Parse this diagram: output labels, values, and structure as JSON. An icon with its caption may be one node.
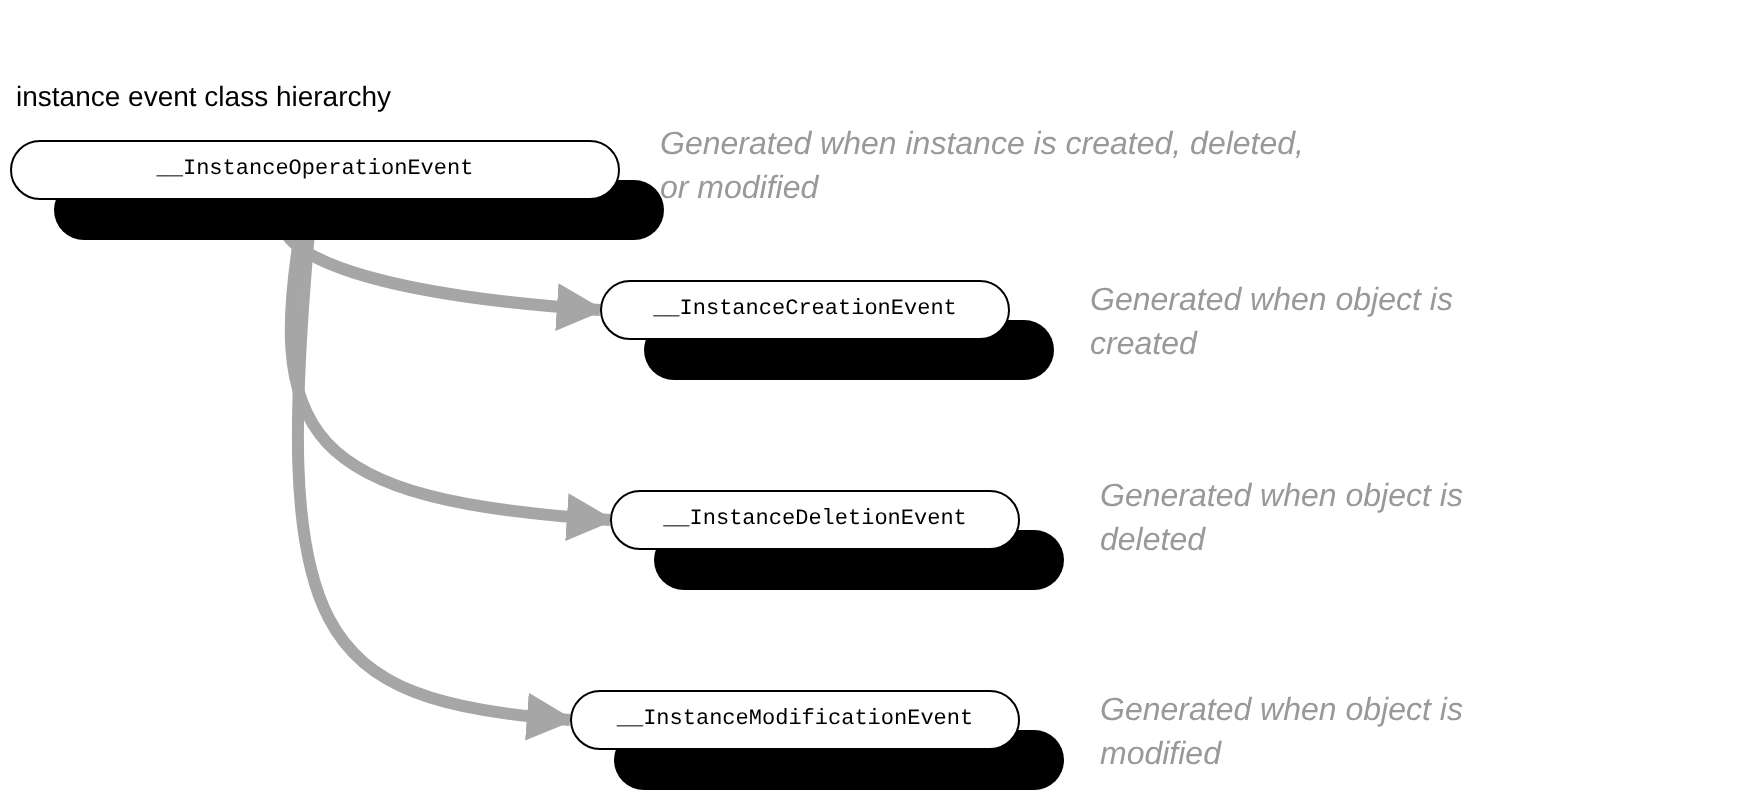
{
  "diagram": {
    "title": "instance event class hierarchy",
    "nodes": [
      {
        "text": [
          "__InstanceOperationEvent"
        ],
        "beside": [
          "Generated when instance is created, deleted, or modified"
        ]
      },
      {
        "text": [
          "__InstanceCreationEvent"
        ],
        "beside": [
          "Generated when object is created"
        ]
      },
      {
        "text": [
          "__InstanceDeletionEvent"
        ],
        "beside": [
          "Generated when object is deleted"
        ]
      },
      {
        "text": [
          "__InstanceModificationEvent"
        ],
        "beside": [
          "Generated when object is modified"
        ]
      }
    ],
    "edges": [
      {
        "from": 0,
        "to": 1,
        "arrow": "to"
      },
      {
        "from": 0,
        "to": 2,
        "arrow": "to"
      },
      {
        "from": 0,
        "to": 3,
        "arrow": "to"
      }
    ]
  }
}
